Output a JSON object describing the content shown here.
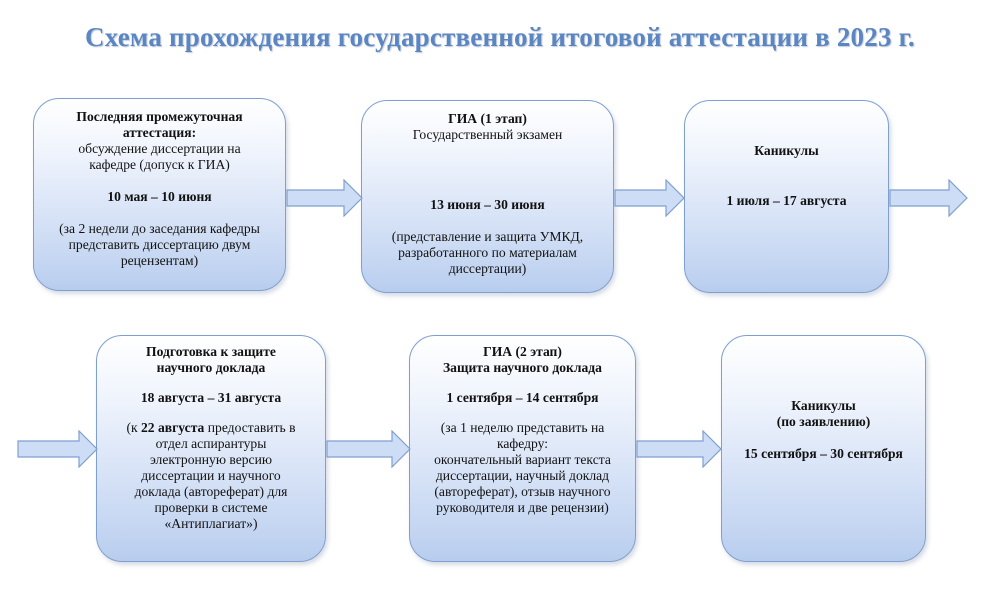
{
  "title": "Схема прохождения государственной итоговой аттестации в 2023 г.",
  "boxes": {
    "b1": {
      "heading": "Последняя промежуточная\nаттестация:",
      "sub": "обсуждение диссертации на\nкафедре (допуск к ГИА)",
      "dates": "10 мая – 10 июня",
      "note": "(за 2 недели до заседания кафедры\nпредставить диссертацию двум\nрецензентам)"
    },
    "b2": {
      "heading": "ГИА (1 этап)",
      "sub": "Государственный экзамен",
      "dates": "13 июня – 30 июня",
      "note": "(представление и защита УМКД,\nразработанного по материалам\nдиссертации)"
    },
    "b3": {
      "heading": "Каникулы",
      "dates": "1 июля – 17 августа"
    },
    "b4": {
      "heading": "Подготовка к защите\nнаучного доклада",
      "dates": "18 августа – 31 августа",
      "note_prefix": "(к ",
      "note_bold": "22 августа",
      "note_rest": " предоставить в\nотдел аспирантуры\nэлектронную версию\nдиссертации и научного\nдоклада (автореферат) для\nпроверки в системе\n«Антиплагиат»)"
    },
    "b5": {
      "heading": "ГИА (2 этап)\nЗащита научного доклада",
      "dates": "1 сентября – 14 сентября",
      "note": "(за 1 неделю представить на\nкафедру:\nокончательный вариант текста\nдиссертации, научный доклад\n(автореферат), отзыв научного\nруководителя и две рецензии)"
    },
    "b6": {
      "heading": "Каникулы\n(по заявлению)",
      "dates": "15 сентября – 30 сентября"
    }
  },
  "colors": {
    "title": "#5b86c1",
    "box_border": "#7f9fcf",
    "arrow_fill": "#cdddf5",
    "arrow_stroke": "#7f9fcf"
  }
}
